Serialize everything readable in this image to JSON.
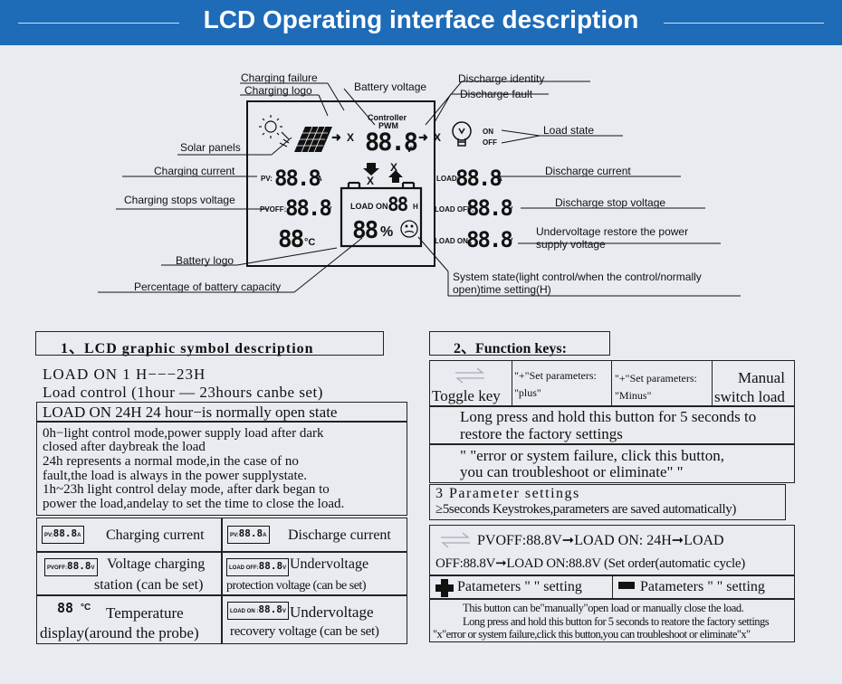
{
  "header": {
    "title": "LCD Operating interface description"
  },
  "lcd": {
    "controller": "Controller",
    "pwm": "PWM",
    "digits3": "88.8",
    "digits2": "88",
    "unit_v": "V",
    "unit_a": "A",
    "unit_h": "H",
    "unit_c": "°C",
    "percent": "%",
    "x_mark": "X",
    "on": "ON",
    "off": "OFF",
    "pv": "PV:",
    "pvoff": "PVOFF:",
    "load": "LOAD:",
    "load_off": "LOAD OFF:",
    "load_on_colon": "LOAD ON :",
    "load_on": "LOAD ON"
  },
  "callouts": {
    "charging_failure": "Charging  failure",
    "charging_logo": "Charging  logo",
    "battery_voltage": "Battery voltage",
    "discharge_identity": "Discharge identity",
    "discharge_fault": "Discharge fault",
    "load_state": "Load state",
    "solar_panels": "Solar panels",
    "charging_current": "Charging current",
    "discharge_current": "Discharge current",
    "charging_stops_voltage": "Charging stops voltage",
    "discharge_stop_voltage": "Discharge stop voltage",
    "undervoltage_restore_1": "Undervoltage restore the power",
    "undervoltage_restore_2": "supply voltage",
    "battery_logo": "Battery logo",
    "percentage": "Percentage of battery capacity",
    "system_state_1": "System state(light control/when the control/normally",
    "system_state_2": "open)time setting(H)"
  },
  "section1": {
    "heading": "1、LCD  graphic symbol description",
    "line1": "LOAD ON 1 H−−−23H",
    "line2": "Load control (1hour — 23hours canbe set)",
    "line3": "LOAD ON 24H   24 hour−is normally open state",
    "para": [
      "0h−light control mode,power supply load after dark",
      "closed after daybreak the load",
      "24h represents a normal mode,in the case of no",
      "fault,the load is always in the power supplystate.",
      "1h~23h light control delay mode, after dark began to",
      "power the load,andelay to set the time to close the load."
    ],
    "charging_current": "Charging  current",
    "discharge_current": "Discharge  current",
    "voltage_charging": "Voltage  charging",
    "station": "station (can be set)",
    "undervoltage": "Undervoltage",
    "protection": "protection  voltage (can be set)",
    "temperature": "Temperature",
    "display_probe": "display(around the probe)",
    "undervoltage2": "Undervoltage",
    "recovery": "recovery  voltage (can be set)"
  },
  "section2": {
    "heading": "2、Function keys:",
    "toggle_key": "Toggle key",
    "plus_1": "\"+\"Set parameters:",
    "plus_2": "\"plus\"",
    "minus_1": "\"+\"Set parameters:",
    "minus_2": "\"Minus\"",
    "manual_1": "Manual",
    "manual_2": "switch  load",
    "long_press_1": "Long press and hold this button for 5 seconds to",
    "long_press_2": "restore the factory settings",
    "error_1": "\"      \"error or  system failure, click  this button,",
    "error_2": "you can troubleshoot or eliminate\"      \"",
    "param_title": "3 Parameter  settings",
    "param_desc": "≥5seconds Keystrokes,parameters are saved automatically)",
    "cycle_1": "PVOFF:88.8V➞LOAD  ON: 24H➞LOAD",
    "cycle_2": "OFF:88.8V➞LOAD  ON:88.8V (Set order(automatic cycle)",
    "plus_setting": "Patameters \"   \" setting",
    "minus_setting": "Patameters \"   \" setting",
    "note_1": "This button can be\"manually\"open load or manually close the load.",
    "note_2": "Long press and hold this button for 5 seconds to reatore the factory settings",
    "note_3": "\"x\"error or system failure,click this  button,you can troubleshoot or eliminate\"x\""
  }
}
